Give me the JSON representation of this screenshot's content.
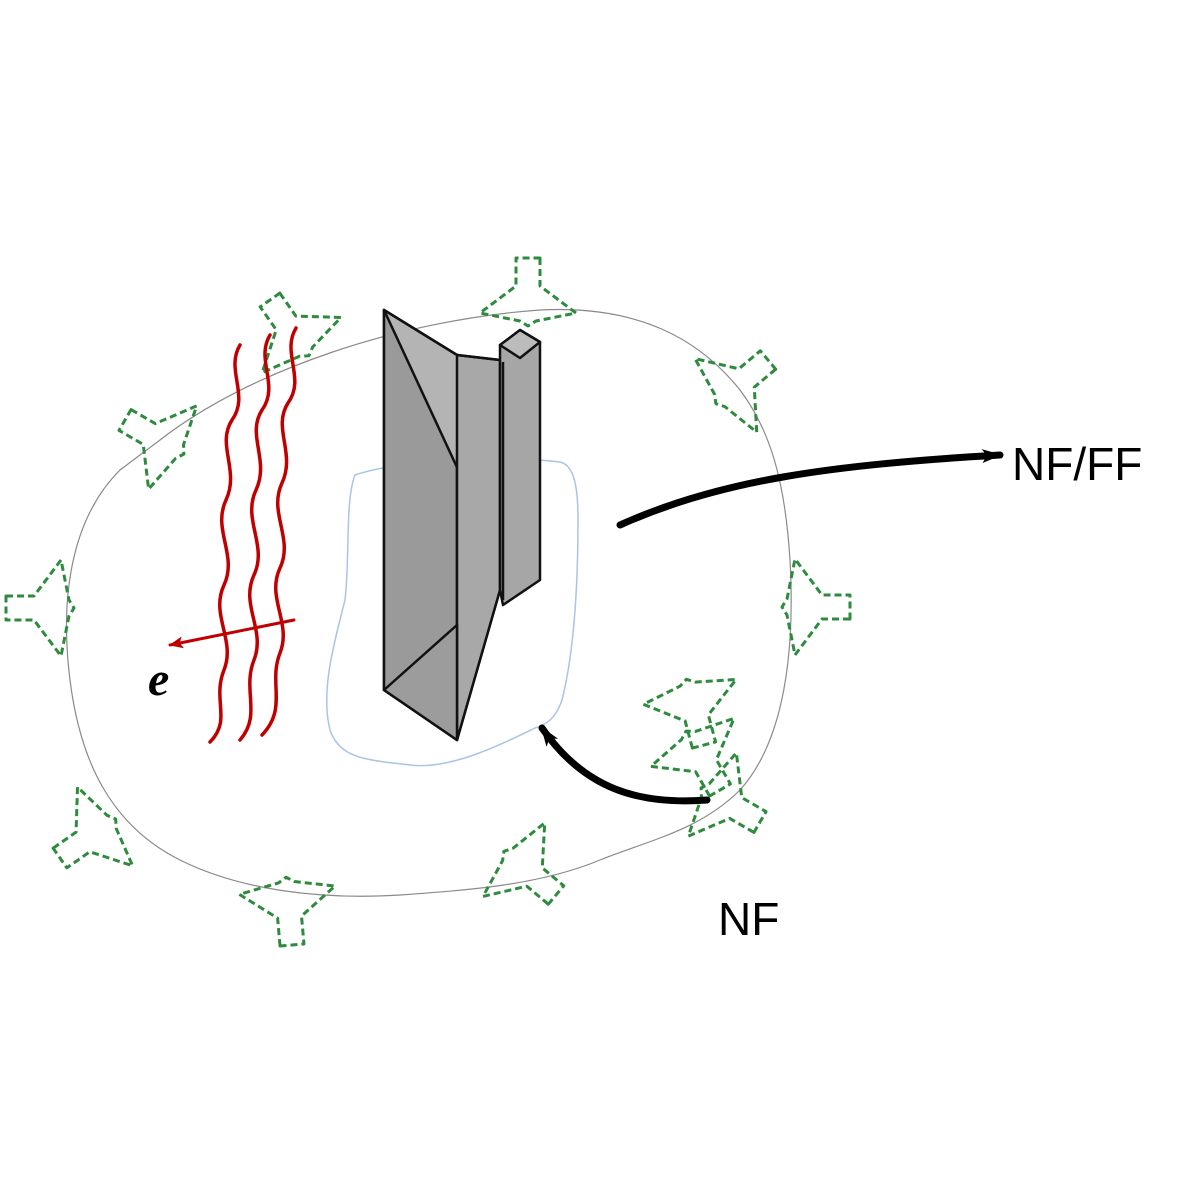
{
  "labels": {
    "outer_field": "NF/FF",
    "inner_field": "NF",
    "wave_symbol": "e"
  },
  "colors": {
    "probe_outline": "#2e8b3e",
    "wave": "#c00000",
    "horn_fill": "#a0a0a0",
    "measurement_surface": "#8a8a8a",
    "source_boundary": "#a9c4e6",
    "arrow": "#000000"
  },
  "icons": {
    "probe": "horn-antenna-probe-icon",
    "aut": "horn-antenna-icon",
    "wave": "plane-wave-icon"
  },
  "probe_count": 12
}
